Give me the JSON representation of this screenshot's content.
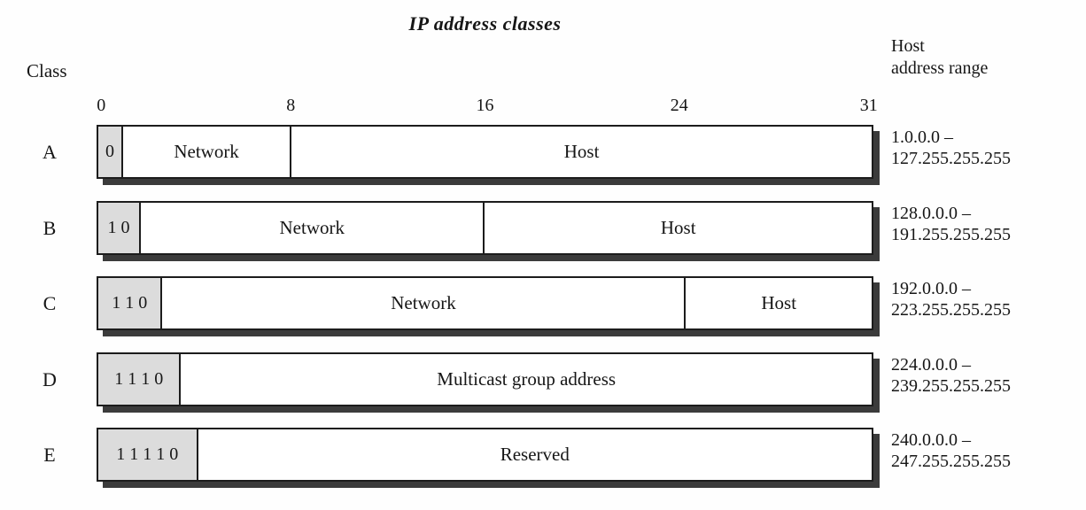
{
  "title": "IP address classes",
  "headers": {
    "class_column": "Class",
    "range_line1": "Host",
    "range_line2": "address range"
  },
  "ruler": {
    "ticks": [
      "0",
      "8",
      "16",
      "24",
      "31"
    ]
  },
  "rows": [
    {
      "class_label": "A",
      "prefix_bits": "0",
      "segments": [
        "Network",
        "Host"
      ],
      "range_line1": "1.0.0.0 –",
      "range_line2": "127.255.255.255"
    },
    {
      "class_label": "B",
      "prefix_bits": "1 0",
      "segments": [
        "Network",
        "Host"
      ],
      "range_line1": "128.0.0.0 –",
      "range_line2": "191.255.255.255"
    },
    {
      "class_label": "C",
      "prefix_bits": "1 1 0",
      "segments": [
        "Network",
        "Host"
      ],
      "range_line1": "192.0.0.0 –",
      "range_line2": "223.255.255.255"
    },
    {
      "class_label": "D",
      "prefix_bits": "1 1 1 0",
      "segments": [
        "Multicast group address"
      ],
      "range_line1": "224.0.0.0 –",
      "range_line2": "239.255.255.255"
    },
    {
      "class_label": "E",
      "prefix_bits": "1 1 1 1 0",
      "segments": [
        "Reserved"
      ],
      "range_line1": "240.0.0.0 –",
      "range_line2": "247.255.255.255"
    }
  ],
  "colors": {
    "prefix_cell_fill": "#dcdcdc",
    "bar_fill": "#ffffff",
    "border": "#1c1c1c",
    "shadow": "#3b3b3b",
    "text": "#161616",
    "background": "#fefefe"
  }
}
